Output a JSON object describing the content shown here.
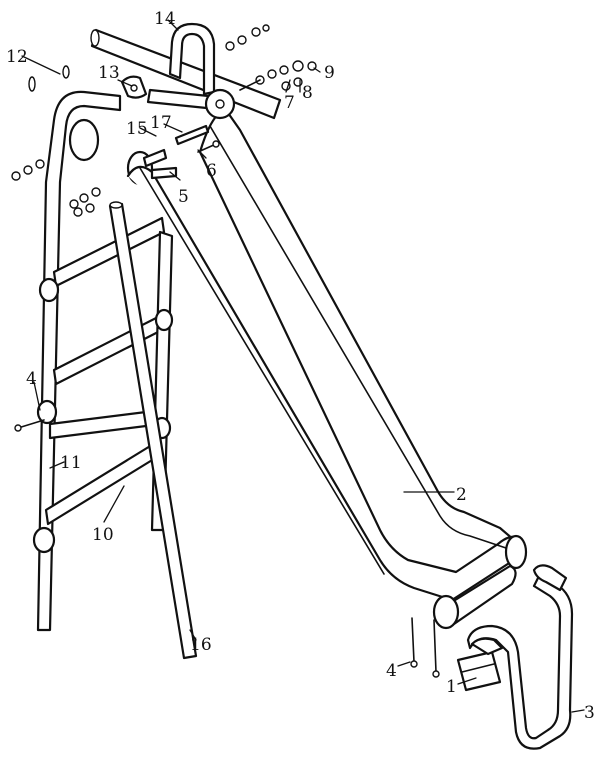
{
  "callouts": {
    "c1": "1",
    "c2": "2",
    "c3": "3",
    "c4a": "4",
    "c4b": "4",
    "c5": "5",
    "c6": "6",
    "c7": "7",
    "c8": "8",
    "c9": "9",
    "c10": "10",
    "c11": "11",
    "c12": "12",
    "c13": "13",
    "c14": "14",
    "c15": "15",
    "c16": "16",
    "c17": "17"
  }
}
